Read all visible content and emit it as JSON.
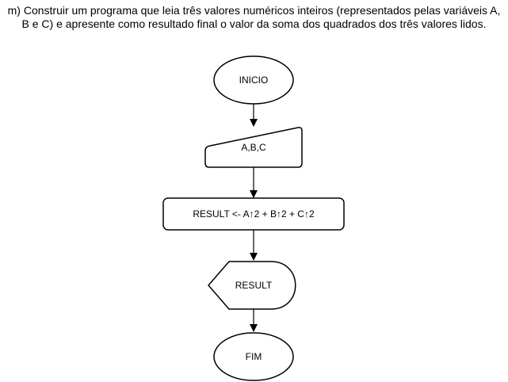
{
  "statement": {
    "line1": "m) Construir um programa que leia três valores numéricos inteiros (representados pelas variáveis A,",
    "line2": "B e C) e apresente como resultado final o valor da soma dos quadrados dos três valores lidos."
  },
  "flowchart": {
    "start_label": "INICIO",
    "input_label": "A,B,C",
    "process_label": "RESULT <- A↑2 + B↑2 + C↑2",
    "output_label": "RESULT",
    "end_label": "FIM"
  },
  "colors": {
    "stroke": "#000000",
    "background": "#ffffff"
  }
}
